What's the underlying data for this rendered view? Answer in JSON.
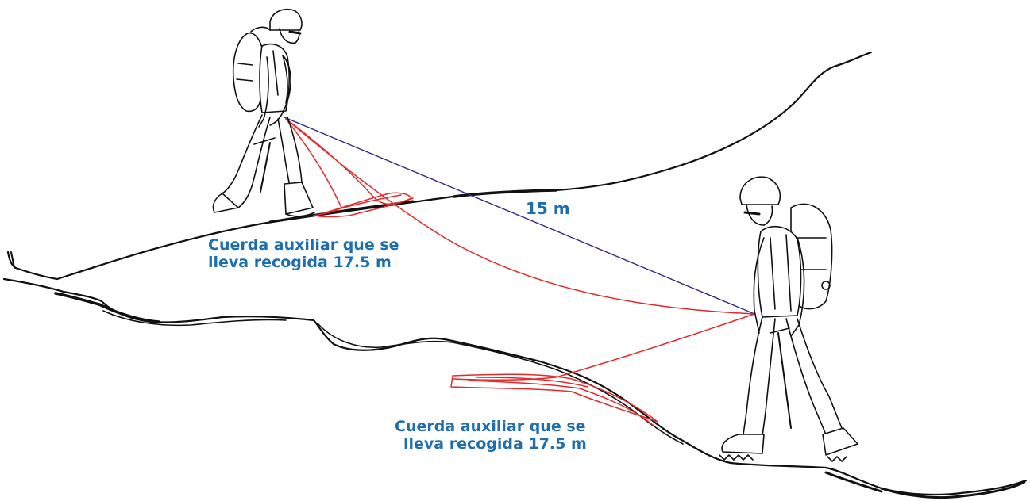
{
  "labels": {
    "distance": "15 m",
    "rope_upper": {
      "line1": "Cuerda auxiliar que se",
      "line2": "lleva recogida 17.5 m"
    },
    "rope_lower": {
      "line1": "Cuerda auxiliar que se",
      "line2": "lleva recogida 17.5 m"
    }
  },
  "colors": {
    "label": "#1f6fae",
    "rope_main": "#2e2a86",
    "rope_aux": "#e42a2a",
    "ink": "#111111"
  }
}
